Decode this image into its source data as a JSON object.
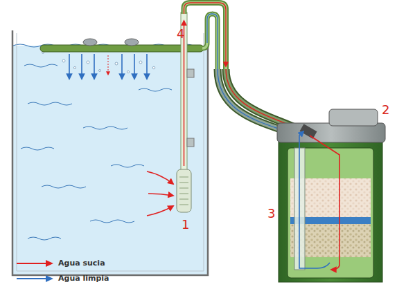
{
  "diagram": {
    "labels": [
      "4",
      "2",
      "3",
      "1"
    ],
    "legend": [
      {
        "text": "Agua sucia"
      },
      {
        "text": "Agua limpia"
      }
    ]
  }
}
